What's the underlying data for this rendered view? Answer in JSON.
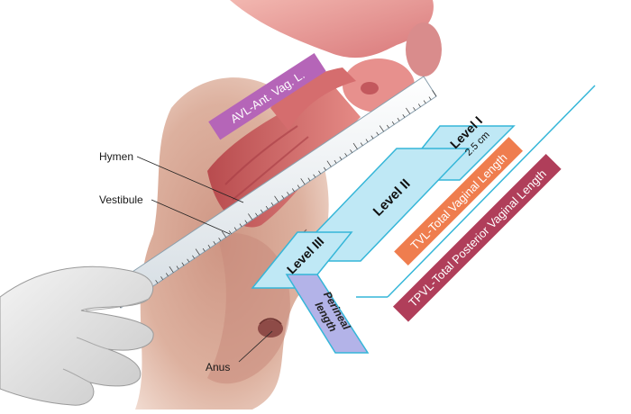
{
  "labels": {
    "hymen": "Hymen",
    "vestibule": "Vestibule",
    "anus": "Anus",
    "avl": "AVL-Ant. Vag. L.",
    "level_1": "Level I",
    "level_1_measure": "2.5 cm",
    "level_2": "Level II",
    "level_3": "Level III",
    "perineal_line1": "Perineal",
    "perineal_line2": "length",
    "tvl": "TVL-Total Vaginal Length",
    "tpvl": "TPVL-Total Posterior Vaginal Length"
  },
  "colors": {
    "avl_band": "#b565b8",
    "tvl_band": "#ef7d4e",
    "tpvl_band": "#b03e5a",
    "level_fill": "#bfe8f5",
    "level_border": "#35b6d8",
    "perineal_fill": "#b3b3e8",
    "tissue": "#c9866f",
    "ruler": "#eef2f5"
  },
  "icons": {
    "hand": "gloved-hand-icon",
    "ruler": "measuring-ruler-icon"
  }
}
